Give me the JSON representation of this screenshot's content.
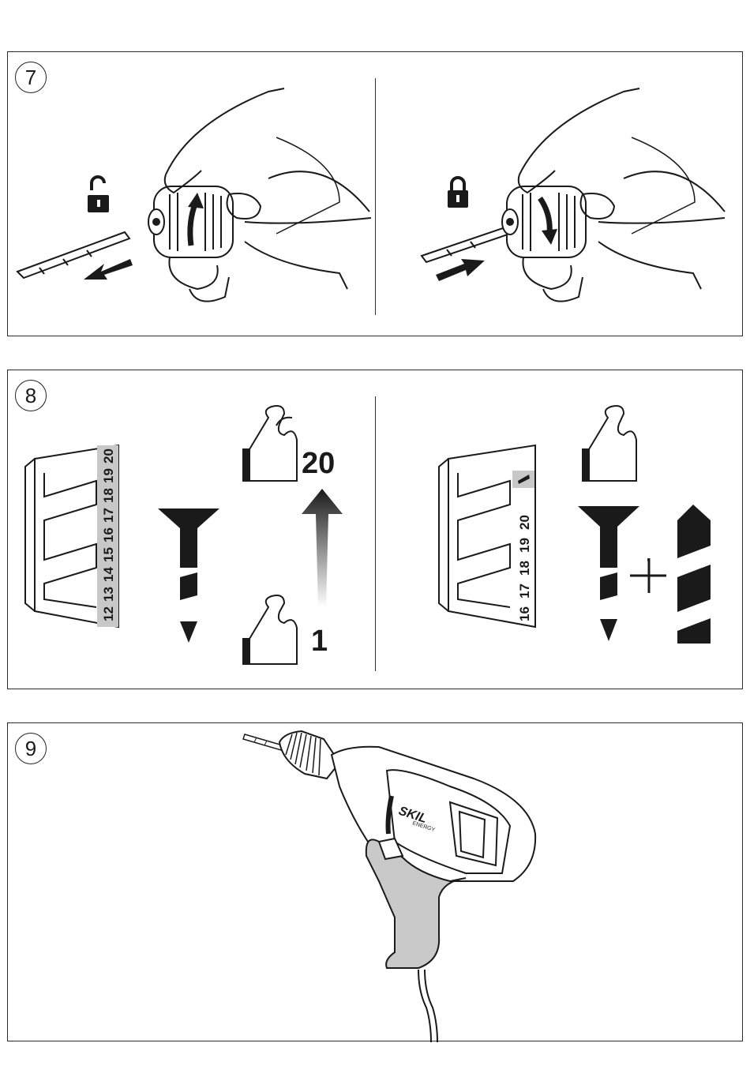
{
  "steps": {
    "step7": "7",
    "step8": "8",
    "step9": "9"
  },
  "torque": {
    "max_label": "20",
    "min_label": "1",
    "scale_left": [
      "12",
      "13",
      "14",
      "15",
      "16",
      "17",
      "18",
      "19",
      "20"
    ],
    "scale_right": [
      "16",
      "17",
      "18",
      "19",
      "20"
    ]
  },
  "drill": {
    "brand": "SKIL",
    "model": "ENERGY"
  },
  "icons": {
    "unlock": "padlock-open-icon",
    "lock": "padlock-closed-icon",
    "arm": "flexed-arm-icon",
    "screw": "screw-icon",
    "drill_bit": "drill-bit-icon"
  },
  "colors": {
    "ink": "#1a1a1a",
    "scale_band": "#c8c8c8",
    "grip": "#c9c9c9"
  }
}
